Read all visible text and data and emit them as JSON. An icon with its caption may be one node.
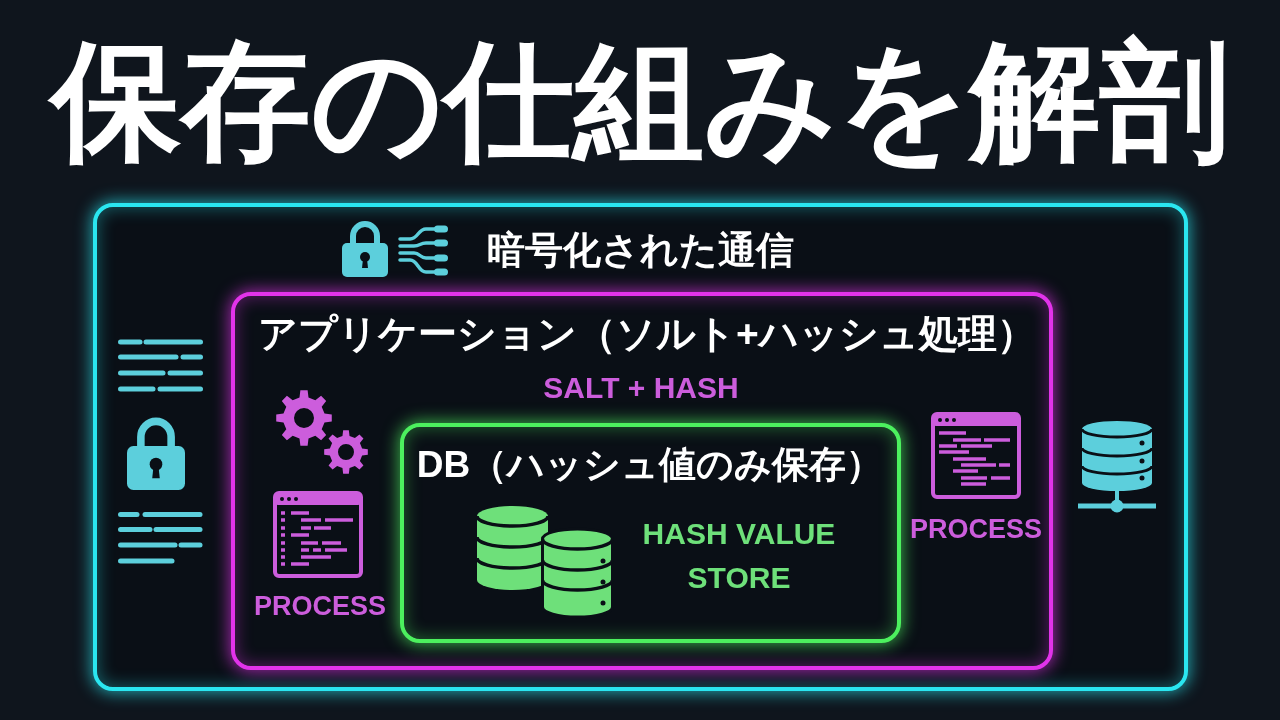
{
  "diagram": {
    "title": "保存の仕組みを解剖",
    "nodes": [
      {
        "text": [
          "暗号化された通信"
        ]
      },
      {
        "text": [
          "アプリケーション（ソルト+ハッシュ処理）",
          "SALT + HASH"
        ],
        "in": 0
      },
      {
        "text": [
          "DB（ハッシュ値のみ保存）",
          "HASH VALUE STORE"
        ],
        "in": 1
      }
    ],
    "labels": [
      "PROCESS",
      "PROCESS"
    ]
  }
}
